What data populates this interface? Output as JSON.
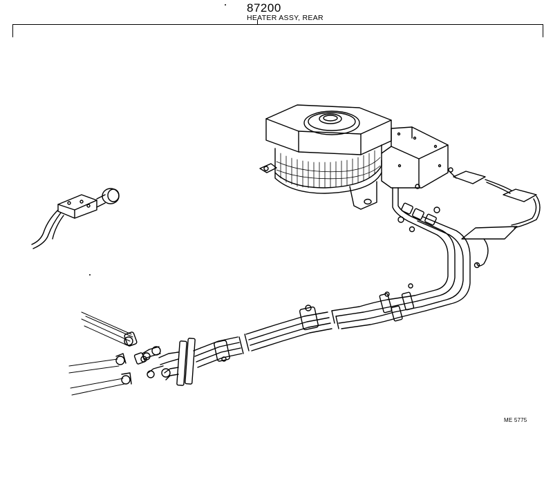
{
  "header": {
    "part_number": "87200",
    "part_name": "HEATER ASSY, REAR"
  },
  "footer": {
    "reference_code": "ME 5775"
  },
  "colors": {
    "ink": "#000000",
    "paper": "#ffffff"
  }
}
